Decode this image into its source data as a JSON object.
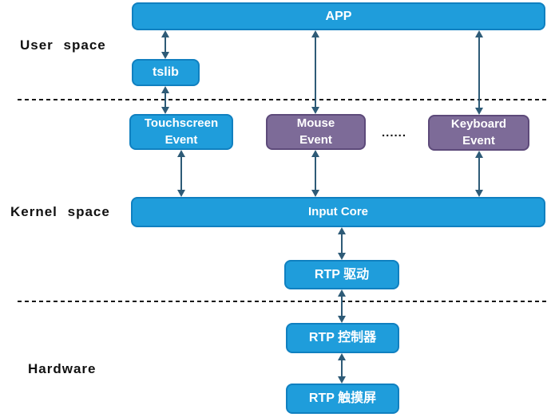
{
  "diagram": {
    "labels": {
      "user_space": "User space",
      "kernel_space": "Kernel space",
      "hardware": "Hardware"
    },
    "nodes": {
      "app": "APP",
      "tslib": "tslib",
      "touchscreen_event": "Touchscreen\nEvent",
      "mouse_event": "Mouse\nEvent",
      "ellipsis": "......",
      "keyboard_event": "Keyboard\nEvent",
      "input_core": "Input Core",
      "rtp_driver": "RTP 驱动",
      "rtp_controller": "RTP 控制器",
      "rtp_touchscreen": "RTP 触摸屏"
    },
    "colors": {
      "box_blue": "#1F9DDB",
      "box_blue_border": "#1080C0",
      "box_purple": "#7D6B98",
      "box_purple_border": "#5D4A7A",
      "arrow": "#2E5B77",
      "dashed_line": "#161616",
      "label_text": "#111111",
      "box_text": "#FFFFFF"
    }
  }
}
